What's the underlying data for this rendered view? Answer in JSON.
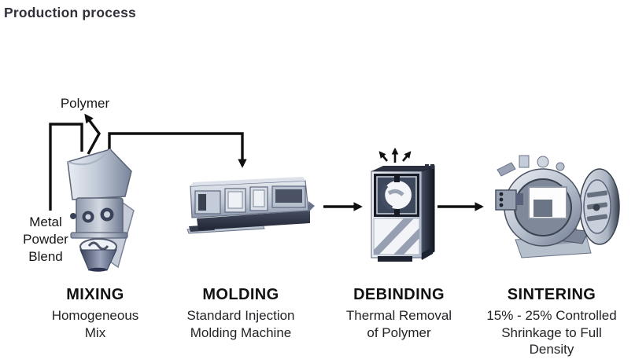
{
  "page": {
    "title": "Production process"
  },
  "diagram": {
    "polymer_label": "Polymer",
    "metal_powder_lines": [
      "Metal",
      "Powder",
      "Blend"
    ],
    "stages": [
      {
        "heading": "MIXING",
        "icon": "mixer-icon",
        "lines": [
          "Homogeneous",
          "Mix"
        ]
      },
      {
        "heading": "MOLDING",
        "icon": "injection-molding-machine-icon",
        "lines": [
          "Standard Injection",
          "Molding Machine"
        ]
      },
      {
        "heading": "DEBINDING",
        "icon": "debinding-oven-icon",
        "lines": [
          "Thermal Removal",
          "of Polymer"
        ]
      },
      {
        "heading": "SINTERING",
        "icon": "sintering-furnace-icon",
        "lines": [
          "15% - 25% Controlled",
          "Shrinkage to Full",
          "Density"
        ]
      }
    ],
    "colors": {
      "background": "#ffffff",
      "arrow": "#101010",
      "title_text": "#30313a",
      "label_text": "#161616",
      "machine_light": "#e8ecf2",
      "machine_mid": "#9aa7b8",
      "machine_dark": "#2e3445"
    }
  }
}
